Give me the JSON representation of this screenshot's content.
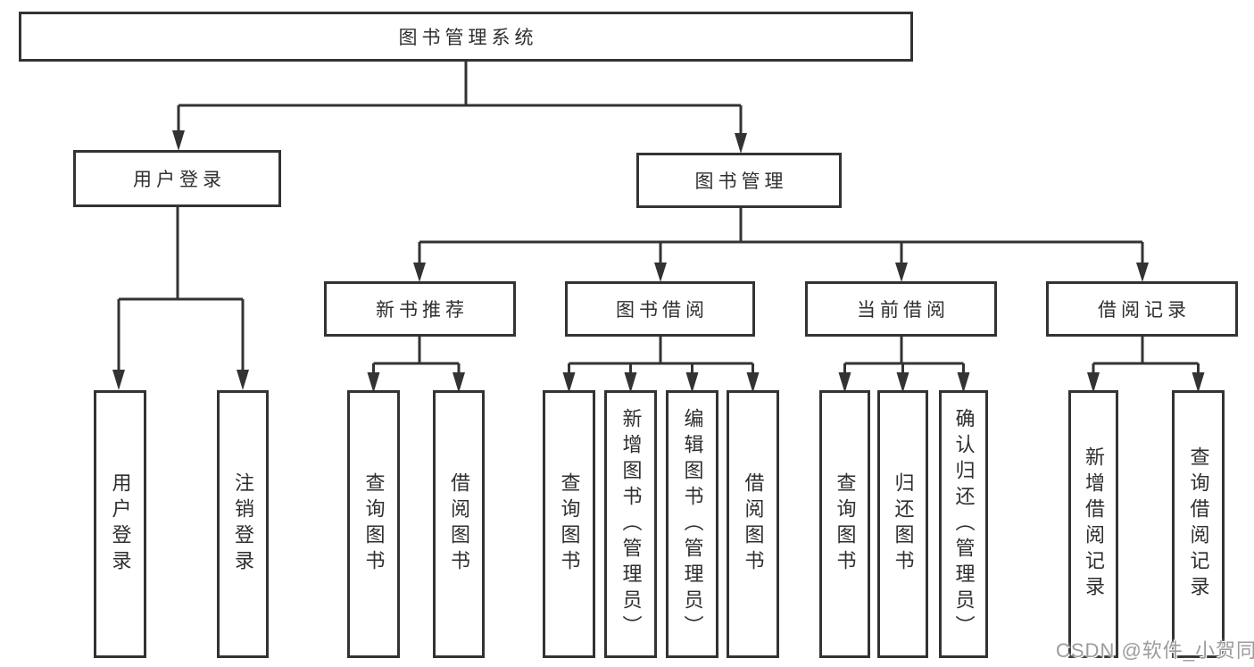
{
  "page": {
    "background": "#ffffff",
    "line_color": "#333333",
    "text_color": "#2f2f2f",
    "watermark_color": "#9c9c9c"
  },
  "tree": {
    "label": "图书管理系统",
    "children": [
      {
        "label": "用户登录",
        "children": [
          {
            "label": "用户登录"
          },
          {
            "label": "注销登录"
          }
        ]
      },
      {
        "label": "图书管理",
        "children": [
          {
            "label": "新书推荐",
            "children": [
              {
                "label": "查询图书"
              },
              {
                "label": "借阅图书"
              }
            ]
          },
          {
            "label": "图书借阅",
            "children": [
              {
                "label": "查询图书"
              },
              {
                "label": "新增图书（管理员）"
              },
              {
                "label": "编辑图书（管理员）"
              },
              {
                "label": "借阅图书"
              }
            ]
          },
          {
            "label": "当前借阅",
            "children": [
              {
                "label": "查询图书"
              },
              {
                "label": "归还图书"
              },
              {
                "label": "确认归还（管理员）"
              }
            ]
          },
          {
            "label": "借阅记录",
            "children": [
              {
                "label": "新增借阅记录"
              },
              {
                "label": "查询借阅记录"
              }
            ]
          }
        ]
      }
    ]
  },
  "watermark": {
    "text": "CSDN @软件_小贺同学"
  }
}
